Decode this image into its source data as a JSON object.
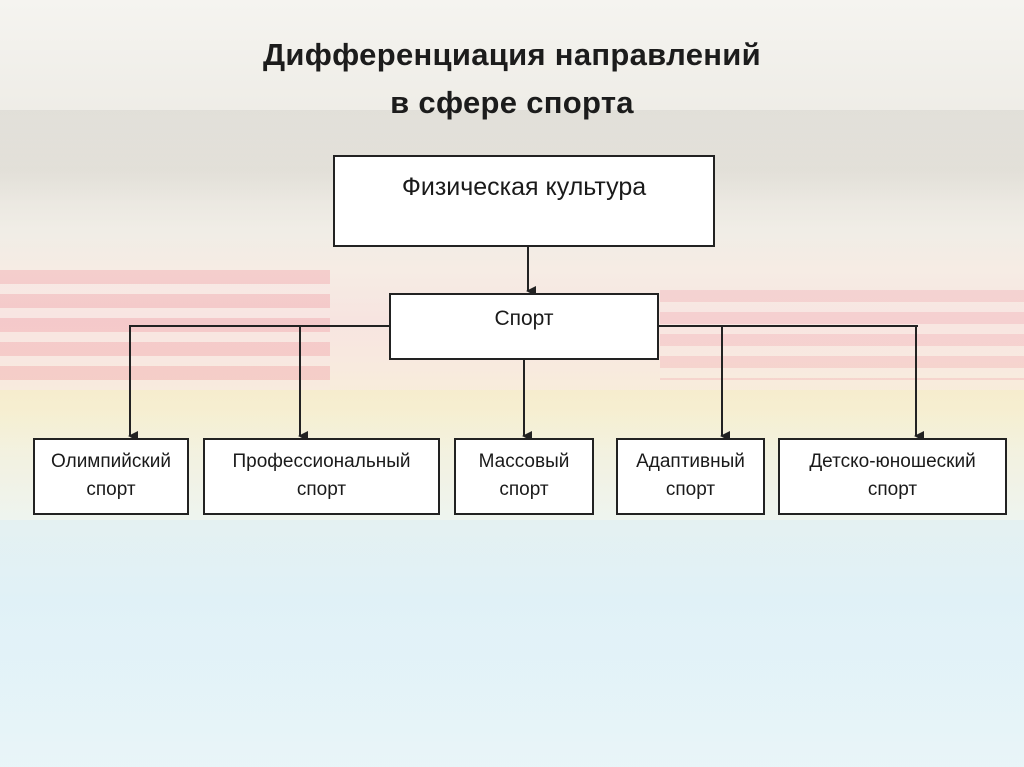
{
  "slide": {
    "title_line1": "Дифференциация направлений",
    "title_line2": "в сфере спорта"
  },
  "diagram": {
    "root": "Физическая культура",
    "middle": "Спорт",
    "leaves": [
      {
        "line1": "Олимпийский",
        "line2": "спорт"
      },
      {
        "line1": "Профессиональный",
        "line2": "спорт"
      },
      {
        "line1": "Массовый",
        "line2": "спорт"
      },
      {
        "line1": "Адаптивный",
        "line2": "спорт"
      },
      {
        "line1": "Детско-юношеский",
        "line2": "спорт"
      }
    ]
  },
  "colors": {
    "box_border": "#222222",
    "box_fill": "#ffffff",
    "text": "#1a1a1a"
  }
}
